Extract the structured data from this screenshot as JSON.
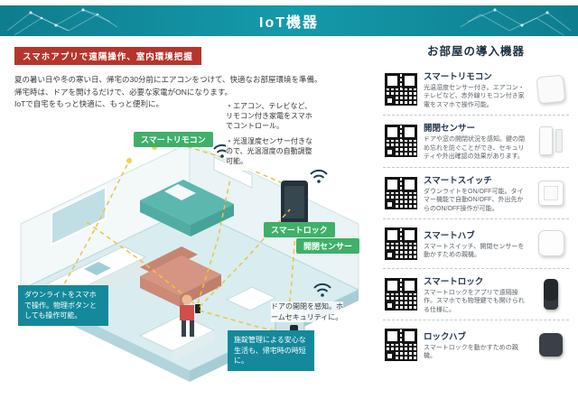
{
  "header": {
    "title": "IoT機器"
  },
  "main": {
    "badge": "スマホアプリで遠隔操作、室内環境把握",
    "intro": "夏の暑い日や冬の寒い日、帰宅の30分前にエアコンをつけて、快適なお部屋環境を準備。\n帰宅時は、ドアを開けるだけで、必要な家電がONになります。\nIoTで自宅をもっと快適に、もっと便利に。",
    "labels": {
      "smart_remote": "スマートリモコン",
      "smart_lock": "スマートロック",
      "door_sensor": "開閉センサー"
    },
    "remote_notes": {
      "line1": "・エアコン、テレビなど、リモコン付き家電をスマホでコントロール。",
      "line2": "・光温湿度センサー付きなので、光温湿度の自動調整可能。"
    },
    "callouts": {
      "downlight": "ダウンライトをスマホで操作。物理ボタンとしても操作可能。",
      "door": "ドアの開閉を感知。ホームセキュリティに。",
      "smart_life": "施錠管理による安心な生活も、帰宅時の時短に。"
    }
  },
  "sidebar": {
    "title": "お部屋の導入機器",
    "items": [
      {
        "name": "スマートリモコン",
        "desc": "光温湿度センサー付き。エアコン・テレビなど、赤外線リモコン付き家電をスマホで操作可能。"
      },
      {
        "name": "開閉センサー",
        "desc": "ドアや窓の開閉状況を感知。鍵の閉め忘れを防ぐことができ、セキュリティや外出確認の効果があります。"
      },
      {
        "name": "スマートスイッチ",
        "desc": "ダウンライトをON/OFF可能。タイマー機能で自動ON/OFF、外出先からのON/OFF操作が可能。"
      },
      {
        "name": "スマートハブ",
        "desc": "スマートスイッチ、開閉センサーを動かすための親機。"
      },
      {
        "name": "スマートロック",
        "desc": "スマートロックをアプリで遠隔操作。スマホでも物理鍵でも開けられる仕様に。"
      },
      {
        "name": "ロックハブ",
        "desc": "スマートロックを動かすための親機。"
      }
    ]
  }
}
